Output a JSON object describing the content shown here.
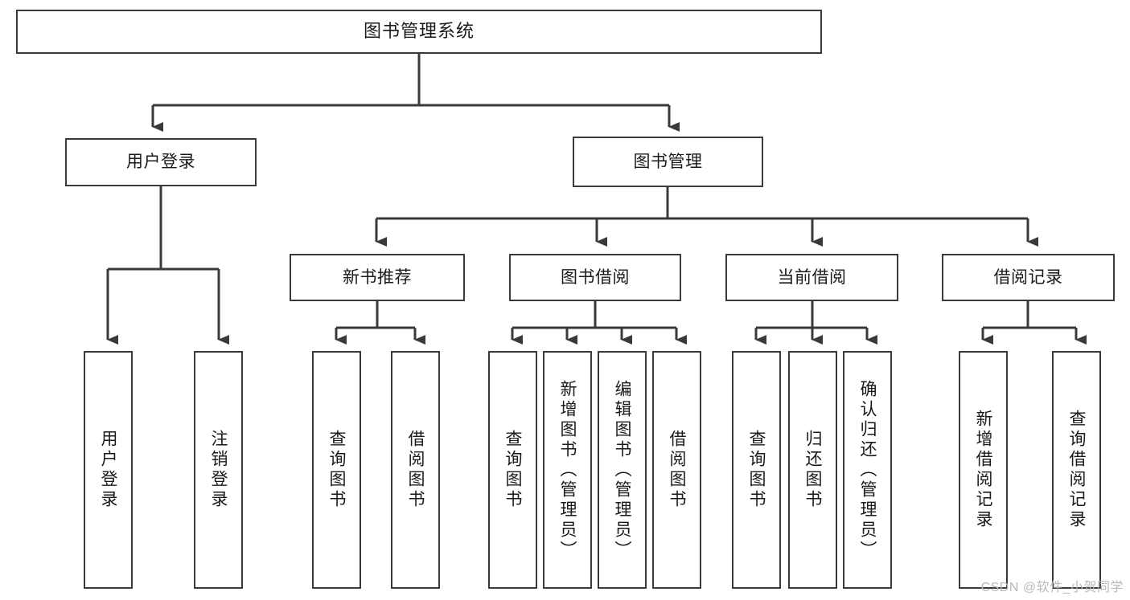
{
  "diagram": {
    "title": "图书管理系统",
    "type": "tree-hierarchy",
    "watermark": "CSDN @软件_小贺同学",
    "colors": {
      "box_border": "#3a3a3a",
      "box_fill": "#ffffff",
      "connector": "#3a3a3a",
      "text": "#1a1a1a",
      "watermark": "#b9b9b9",
      "background": "#ffffff"
    },
    "levels": {
      "level1": [
        {
          "id": "root",
          "label": "图书管理系统",
          "orientation": "horizontal"
        }
      ],
      "level2": [
        {
          "id": "user-login",
          "label": "用户登录",
          "orientation": "horizontal"
        },
        {
          "id": "book-manage",
          "label": "图书管理",
          "orientation": "horizontal"
        }
      ],
      "level3": [
        {
          "id": "new-book-recommend",
          "label": "新书推荐",
          "orientation": "horizontal",
          "parent": "book-manage"
        },
        {
          "id": "book-borrow",
          "label": "图书借阅",
          "orientation": "horizontal",
          "parent": "book-manage"
        },
        {
          "id": "current-borrow",
          "label": "当前借阅",
          "orientation": "horizontal",
          "parent": "book-manage"
        },
        {
          "id": "borrow-record",
          "label": "借阅记录",
          "orientation": "horizontal",
          "parent": "book-manage"
        }
      ],
      "level4": [
        {
          "id": "leaf-user-login",
          "label": "用户登录",
          "orientation": "vertical",
          "parent": "user-login"
        },
        {
          "id": "leaf-logout-login",
          "label": "注销登录",
          "orientation": "vertical",
          "parent": "user-login"
        },
        {
          "id": "leaf-query-book-1",
          "label": "查询图书",
          "orientation": "vertical",
          "parent": "new-book-recommend"
        },
        {
          "id": "leaf-borrow-book-1",
          "label": "借阅图书",
          "orientation": "vertical",
          "parent": "new-book-recommend"
        },
        {
          "id": "leaf-query-book-2",
          "label": "查询图书",
          "orientation": "vertical",
          "parent": "book-borrow"
        },
        {
          "id": "leaf-add-book",
          "label": "新增图书（管理员）",
          "orientation": "vertical",
          "parent": "book-borrow"
        },
        {
          "id": "leaf-edit-book",
          "label": "编辑图书（管理员）",
          "orientation": "vertical",
          "parent": "book-borrow"
        },
        {
          "id": "leaf-borrow-book-2",
          "label": "借阅图书",
          "orientation": "vertical",
          "parent": "book-borrow"
        },
        {
          "id": "leaf-query-book-3",
          "label": "查询图书",
          "orientation": "vertical",
          "parent": "current-borrow"
        },
        {
          "id": "leaf-return-book",
          "label": "归还图书",
          "orientation": "vertical",
          "parent": "current-borrow"
        },
        {
          "id": "leaf-confirm-return",
          "label": "确认归还（管理员）",
          "orientation": "vertical",
          "parent": "current-borrow"
        },
        {
          "id": "leaf-add-record",
          "label": "新增借阅记录",
          "orientation": "vertical",
          "parent": "borrow-record"
        },
        {
          "id": "leaf-query-record",
          "label": "查询借阅记录",
          "orientation": "vertical",
          "parent": "borrow-record"
        }
      ]
    }
  }
}
